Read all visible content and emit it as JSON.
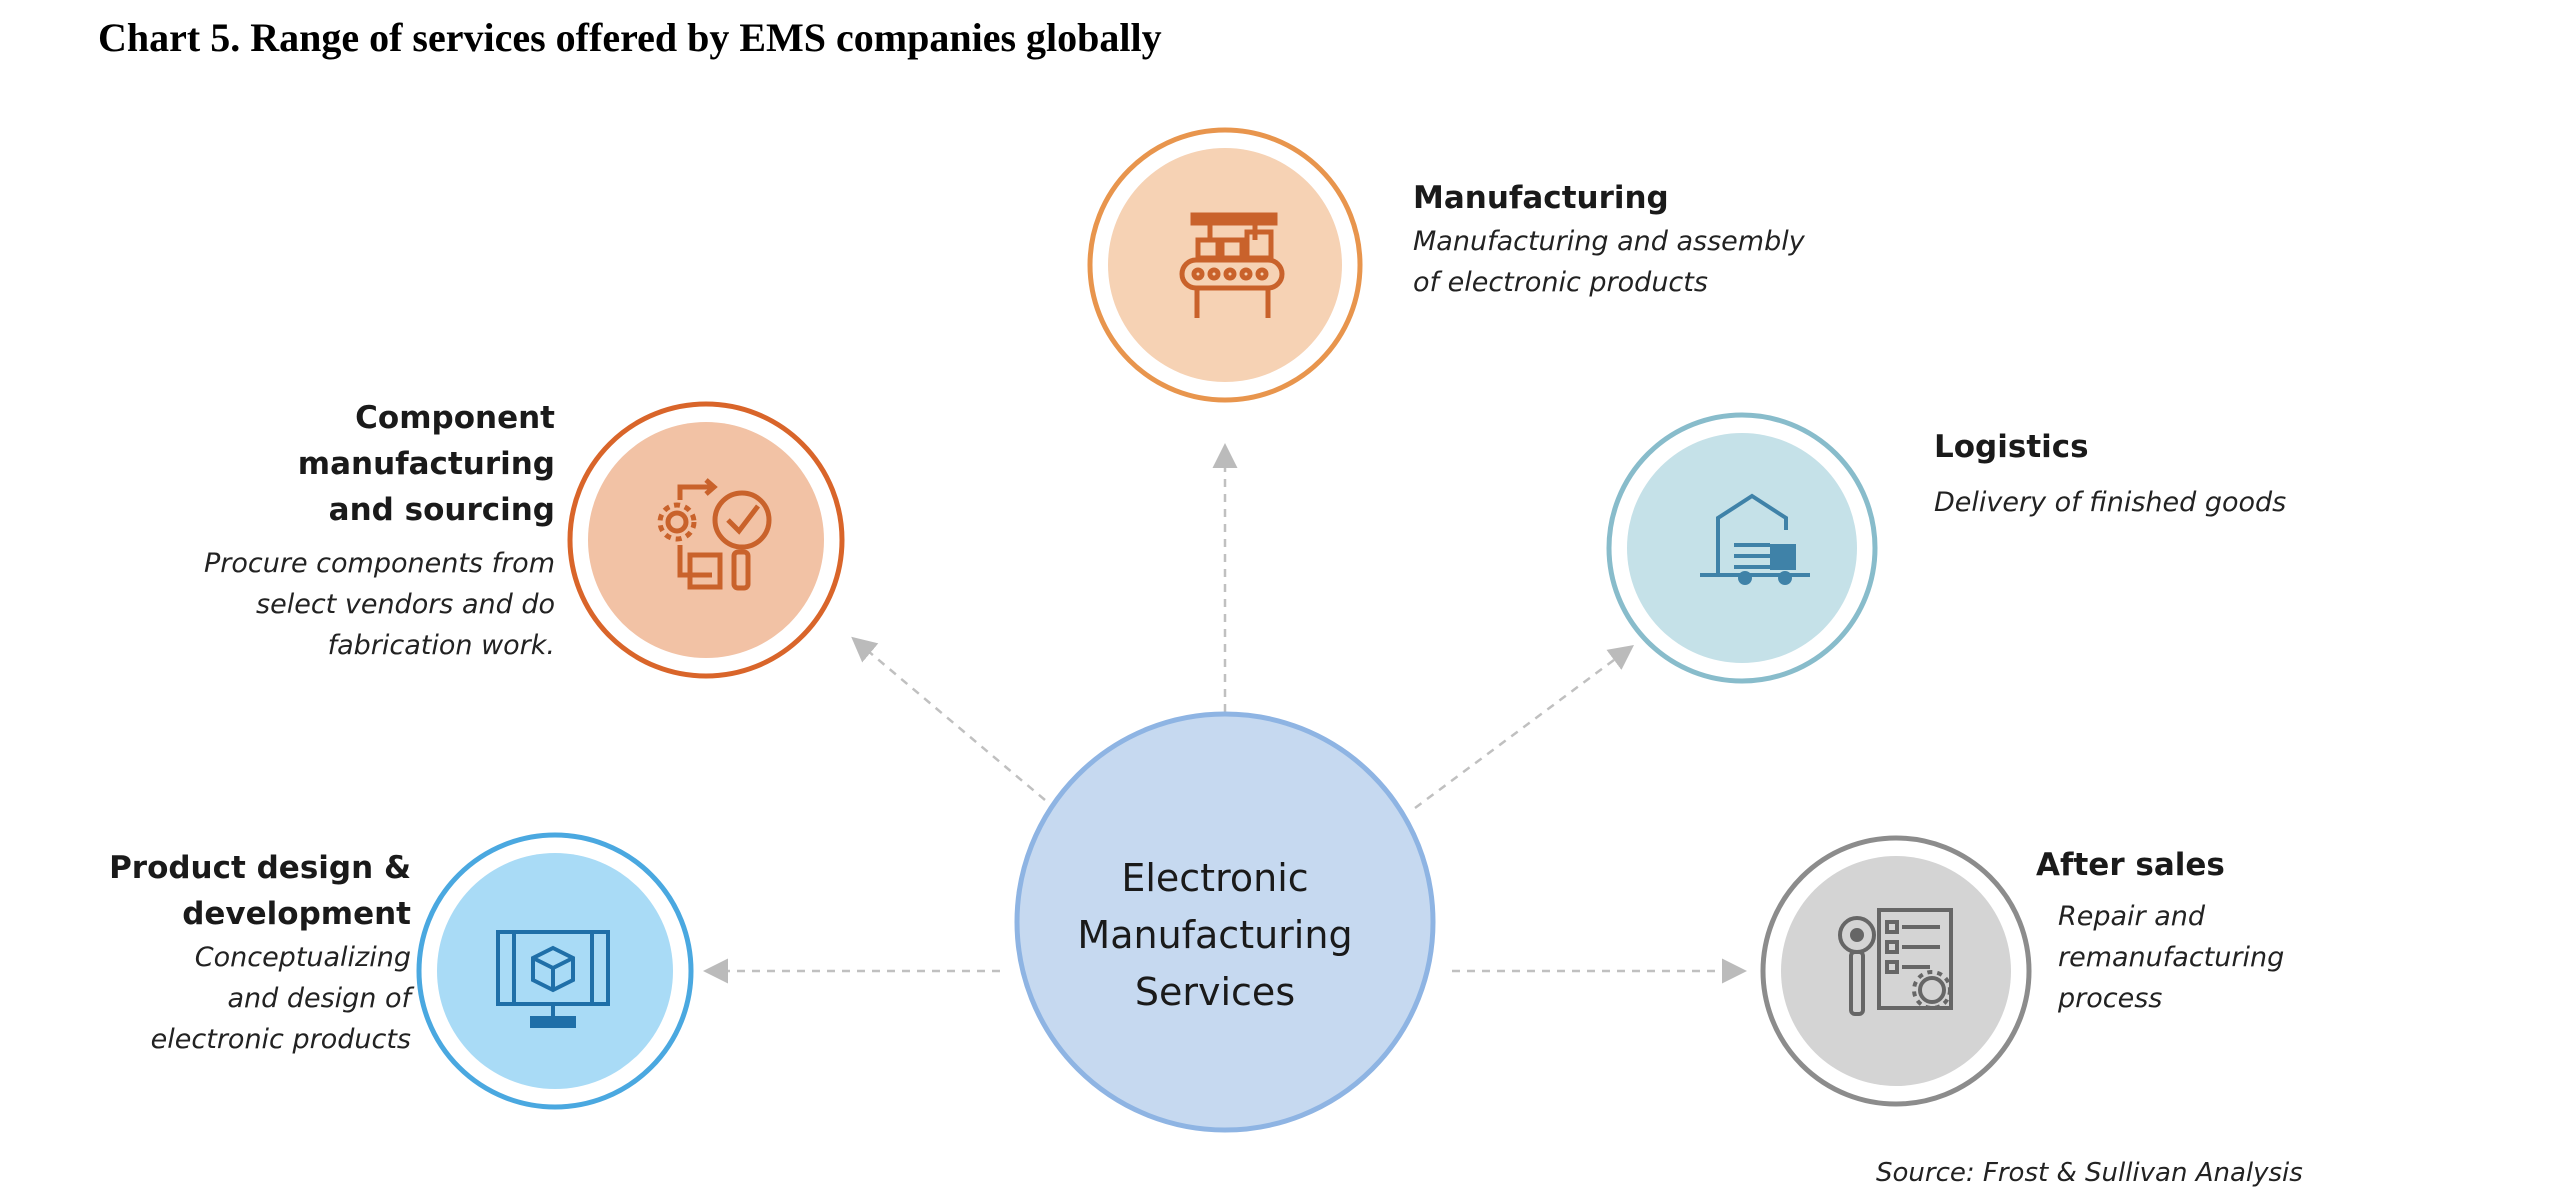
{
  "title": "Chart 5. Range of services offered by EMS companies globally",
  "center": {
    "lines": [
      "Electronic",
      "Manufacturing",
      "Services"
    ]
  },
  "nodes": {
    "manufacturing": {
      "heading": "Manufacturing",
      "desc_lines": [
        "Manufacturing and assembly",
        "of electronic products"
      ],
      "color": "#e8954d",
      "fill": "#f6d2b4",
      "icon": "conveyor-belt-icon"
    },
    "component": {
      "heading_lines": [
        "Component manufacturing",
        "and sourcing"
      ],
      "desc_lines": [
        "Procure components from",
        "select vendors and do",
        "fabrication work."
      ],
      "color": "#d9652a",
      "fill": "#f2c2a5",
      "icon": "sourcing-icon"
    },
    "logistics": {
      "heading": "Logistics",
      "desc_lines": [
        "Delivery of finished goods"
      ],
      "color": "#88bccb",
      "fill": "#c5e1e8",
      "icon": "warehouse-truck-icon"
    },
    "product_design": {
      "heading_lines": [
        "Product design &",
        "development"
      ],
      "desc_lines": [
        "Conceptualizing",
        "and design of",
        "electronic products"
      ],
      "color": "#4aa8e0",
      "fill": "#a9dbf6",
      "icon": "monitor-cube-icon"
    },
    "after_sales": {
      "heading": "After sales",
      "desc_lines": [
        "Repair and",
        "remanufacturing",
        "process"
      ],
      "color": "#8c8c8c",
      "fill": "#d4d4d4",
      "icon": "wrench-checklist-icon"
    }
  },
  "source": "Source: Frost & Sullivan Analysis"
}
